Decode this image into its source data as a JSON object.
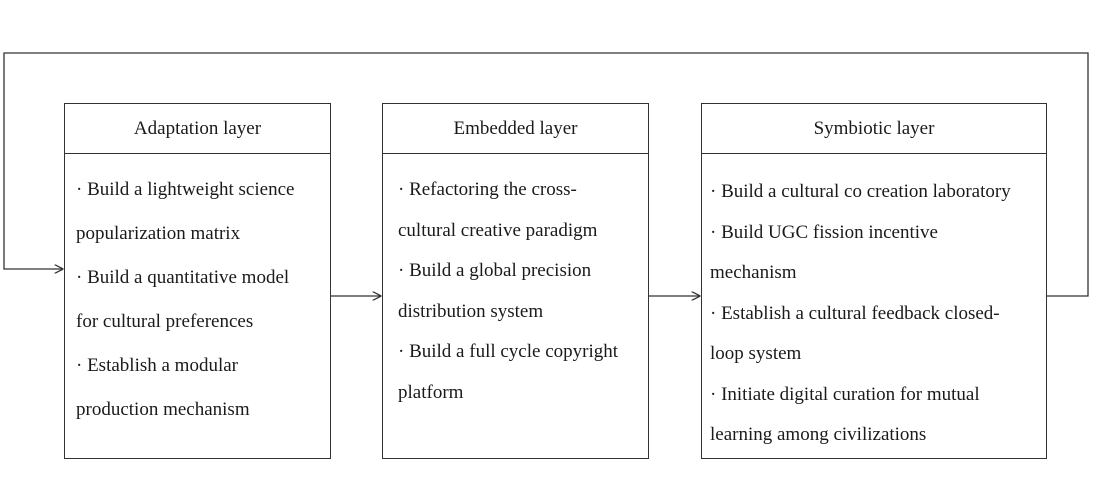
{
  "diagram": {
    "layers": [
      {
        "title": "Adaptation layer",
        "lines": [
          "· Build a lightweight science",
          "popularization matrix",
          "· Build a quantitative model",
          "for cultural preferences",
          "· Establish a modular",
          "production mechanism"
        ]
      },
      {
        "title": "Embedded layer",
        "lines": [
          "· Refactoring the cross-",
          "cultural creative paradigm",
          "· Build a global precision",
          "distribution system",
          "· Build a full cycle copyright",
          "platform"
        ]
      },
      {
        "title": "Symbiotic layer",
        "lines": [
          "· Build a cultural co creation laboratory",
          "· Build UGC fission incentive",
          "mechanism",
          "· Establish a cultural feedback closed-",
          "loop system",
          "· Initiate digital curation for mutual",
          "learning among civilizations"
        ]
      }
    ],
    "colors": {
      "stroke": "#333333",
      "text": "#1a1a1a",
      "background": "#ffffff"
    }
  }
}
